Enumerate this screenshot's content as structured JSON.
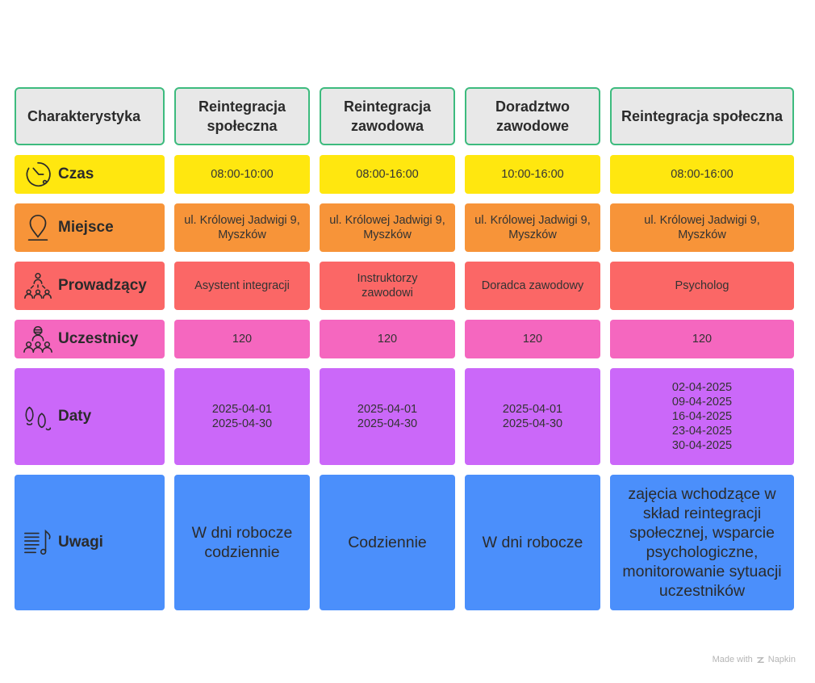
{
  "colors": {
    "header_bg": "#e8e8e8",
    "header_border": "#3dbb7e",
    "czas": "#ffe70f",
    "miejsce": "#f79439",
    "prowadzacy": "#fb6766",
    "uczestnicy": "#f567bf",
    "daty": "#cb68f9",
    "uwagi": "#4b8ffb"
  },
  "headers": [
    "Charakterystyka",
    "Reintegracja społeczna",
    "Reintegracja zawodowa",
    "Doradztwo zawodowe",
    "Reintegracja społeczna"
  ],
  "rows": [
    {
      "label": "Czas",
      "icon": "clock-icon",
      "values": [
        "08:00-10:00",
        "08:00-16:00",
        "10:00-16:00",
        "08:00-16:00"
      ]
    },
    {
      "label": "Miejsce",
      "icon": "location-pin-icon",
      "values": [
        "ul. Królowej Jadwigi 9, Myszków",
        "ul. Królowej Jadwigi 9, Myszków",
        "ul. Królowej Jadwigi 9, Myszków",
        "ul. Królowej Jadwigi 9, Myszków"
      ]
    },
    {
      "label": "Prowadzący",
      "icon": "presenter-icon",
      "values": [
        "Asystent integracji",
        "Instruktorzy zawodowi",
        "Doradca zawodowy",
        "Psycholog"
      ]
    },
    {
      "label": "Uczestnicy",
      "icon": "group-icon",
      "values": [
        "120",
        "120",
        "120",
        "120"
      ]
    },
    {
      "label": "Daty",
      "icon": "footprints-icon",
      "values": [
        "2025-04-01\n 2025-04-30",
        "2025-04-01\n 2025-04-30",
        "2025-04-01\n 2025-04-30",
        "02-04-2025\n09-04-2025\n16-04-2025\n23-04-2025\n30-04-2025"
      ]
    },
    {
      "label": "Uwagi",
      "icon": "notes-icon",
      "values": [
        "W dni robocze codziennie",
        "Codziennie",
        "W dni robocze",
        "zajęcia wchodzące w skład reintegracji społecznej, wsparcie psychologiczne, monitorowanie sytuacji uczestników"
      ]
    }
  ],
  "watermark": {
    "made_with": "Made with",
    "brand": "Napkin"
  }
}
